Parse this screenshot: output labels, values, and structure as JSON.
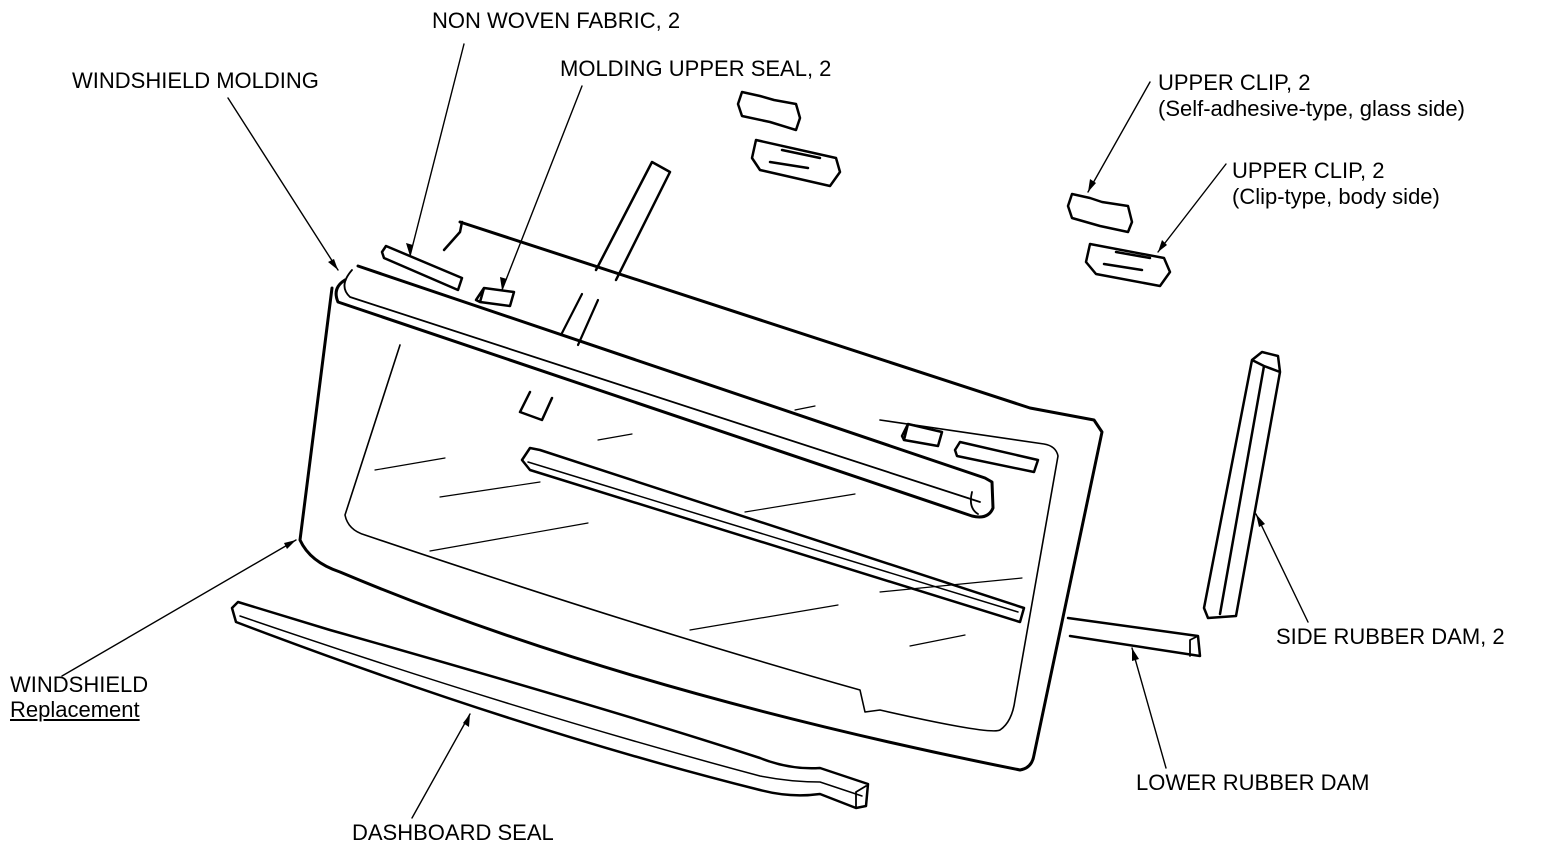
{
  "labels": {
    "non_woven_fabric": "NON WOVEN FABRIC, 2",
    "windshield_molding": "WINDSHIELD MOLDING",
    "molding_upper_seal": "MOLDING UPPER SEAL, 2",
    "upper_clip_glass_title": "UPPER CLIP, 2",
    "upper_clip_glass_sub": "(Self-adhesive-type, glass side)",
    "upper_clip_body_title": "UPPER CLIP, 2",
    "upper_clip_body_sub": "(Clip-type, body side)",
    "side_rubber_dam": "SIDE RUBBER DAM, 2",
    "windshield": "WINDSHIELD",
    "windshield_link": "Replacement",
    "lower_rubber_dam": "LOWER RUBBER DAM",
    "dashboard_seal": "DASHBOARD SEAL"
  }
}
